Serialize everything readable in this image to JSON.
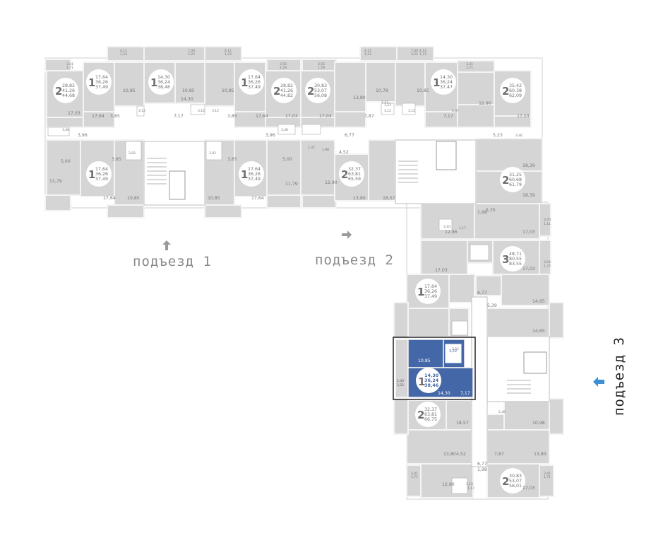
{
  "colors": {
    "unit_fill": "#d5d5d6",
    "selected_fill": "#4467a7",
    "arrow_gray": "#9a9a9a",
    "arrow_blue": "#3d8fd6"
  },
  "entrances": {
    "e1": {
      "label": "подъезд 1"
    },
    "e2": {
      "label": "подъезд 2"
    },
    "e3": {
      "label": "подъезд 3"
    }
  },
  "apartments": [
    {
      "id": "a01",
      "rooms": "2",
      "areas": [
        "28,82",
        "41,26",
        "44,68"
      ]
    },
    {
      "id": "a02",
      "rooms": "1",
      "areas": [
        "17,64",
        "36,26",
        "37,49"
      ]
    },
    {
      "id": "a03",
      "rooms": "1",
      "areas": [
        "14,30",
        "36,24",
        "38,46"
      ]
    },
    {
      "id": "a04",
      "rooms": "1",
      "areas": [
        "17,64",
        "36,26",
        "37,49"
      ]
    },
    {
      "id": "a05",
      "rooms": "2",
      "areas": [
        "28,82",
        "41,26",
        "44,82"
      ]
    },
    {
      "id": "a06",
      "rooms": "2",
      "areas": [
        "30,83",
        "53,07",
        "56,08"
      ]
    },
    {
      "id": "a07",
      "rooms": "1",
      "areas": [
        "14,30",
        "36,24",
        "37,47"
      ]
    },
    {
      "id": "a08",
      "rooms": "2",
      "areas": [
        "35,42",
        "60,38",
        "62,09"
      ]
    },
    {
      "id": "a09",
      "rooms": "1",
      "areas": [
        "17,64",
        "36,26",
        "37,49"
      ]
    },
    {
      "id": "a10",
      "rooms": "1",
      "areas": [
        "17,64",
        "36,26",
        "37,49"
      ]
    },
    {
      "id": "a11",
      "rooms": "2",
      "areas": [
        "32,37",
        "63,81",
        "65,59"
      ]
    },
    {
      "id": "a12",
      "rooms": "2",
      "areas": [
        "31,25",
        "60,68",
        "61,79"
      ]
    },
    {
      "id": "a13",
      "rooms": "3",
      "areas": [
        "48,71",
        "80,55",
        "83,55"
      ]
    },
    {
      "id": "a14",
      "rooms": "1",
      "areas": [
        "17,64",
        "36,26",
        "37,49"
      ]
    },
    {
      "id": "a15",
      "rooms": "1",
      "areas": [
        "14,30",
        "36,24",
        "38,46"
      ]
    },
    {
      "id": "a16",
      "rooms": "2",
      "areas": [
        "32,37",
        "63,81",
        "66,75"
      ]
    },
    {
      "id": "a17",
      "rooms": "2",
      "areas": [
        "30,83",
        "53,07",
        "56,01"
      ]
    }
  ],
  "room_labels": [
    "10,85",
    "14,30",
    "10,85",
    "10,85",
    "13,80",
    "10,78",
    "10,85",
    "12,90",
    "17,03",
    "17,64",
    "3,85",
    "7,17",
    "3,85",
    "17,64",
    "17,03",
    "17,03",
    "7,87",
    "7,17",
    "17,03",
    "3,96",
    "3,96",
    "6,77",
    "5,23",
    "5,00",
    "3,85",
    "3,85",
    "5,00",
    "4,52",
    "18,39",
    "11,79",
    "17,64",
    "10,85",
    "10,85",
    "17,64",
    "11,79",
    "12,90",
    "13,80",
    "18,57",
    "18,39",
    "5,35",
    "1,98",
    "12,86",
    "17,03",
    "17,03",
    "17,03",
    "6,77",
    "14,65",
    "5,39",
    "14,65",
    "10,85",
    "3,85",
    "10,85",
    "14,30",
    "7,17",
    "18,57",
    "10,98",
    "13,80",
    "4,52",
    "13,80",
    "7,87",
    "6,77",
    "1,98",
    "12,90",
    "17,03"
  ],
  "small_labels": [
    "4,11",
    "1,23",
    "7,40",
    "2,22",
    "4,11",
    "1,23",
    "4,11",
    "1,23",
    "7,40",
    "2,22",
    "4,11",
    "1,23",
    "3,41",
    "1,71",
    "3,55",
    "1,78",
    "3,55",
    "1,78",
    "3,41",
    "1,71",
    "3,12",
    "3,12",
    "3,12",
    "3,12",
    "1,23",
    "3,12",
    "1,37",
    "3,46",
    "3,46",
    "3,46",
    "3,92",
    "3,92",
    "1,37",
    "1,98",
    "3,10",
    "1,17",
    "3,70",
    "1,11",
    "3,54",
    "1,77",
    "1,23",
    "2,46",
    "3,52",
    "3,10",
    "1,17",
    "3,41",
    "1,71",
    "3,41",
    "1,71"
  ],
  "selected": {
    "rooms": "1",
    "areas": [
      "14,30",
      "36,24",
      "38,46"
    ],
    "room_labels": [
      "10,85",
      "14,30",
      "7,17",
      "3,52",
      "2,40",
      "3,22"
    ]
  }
}
